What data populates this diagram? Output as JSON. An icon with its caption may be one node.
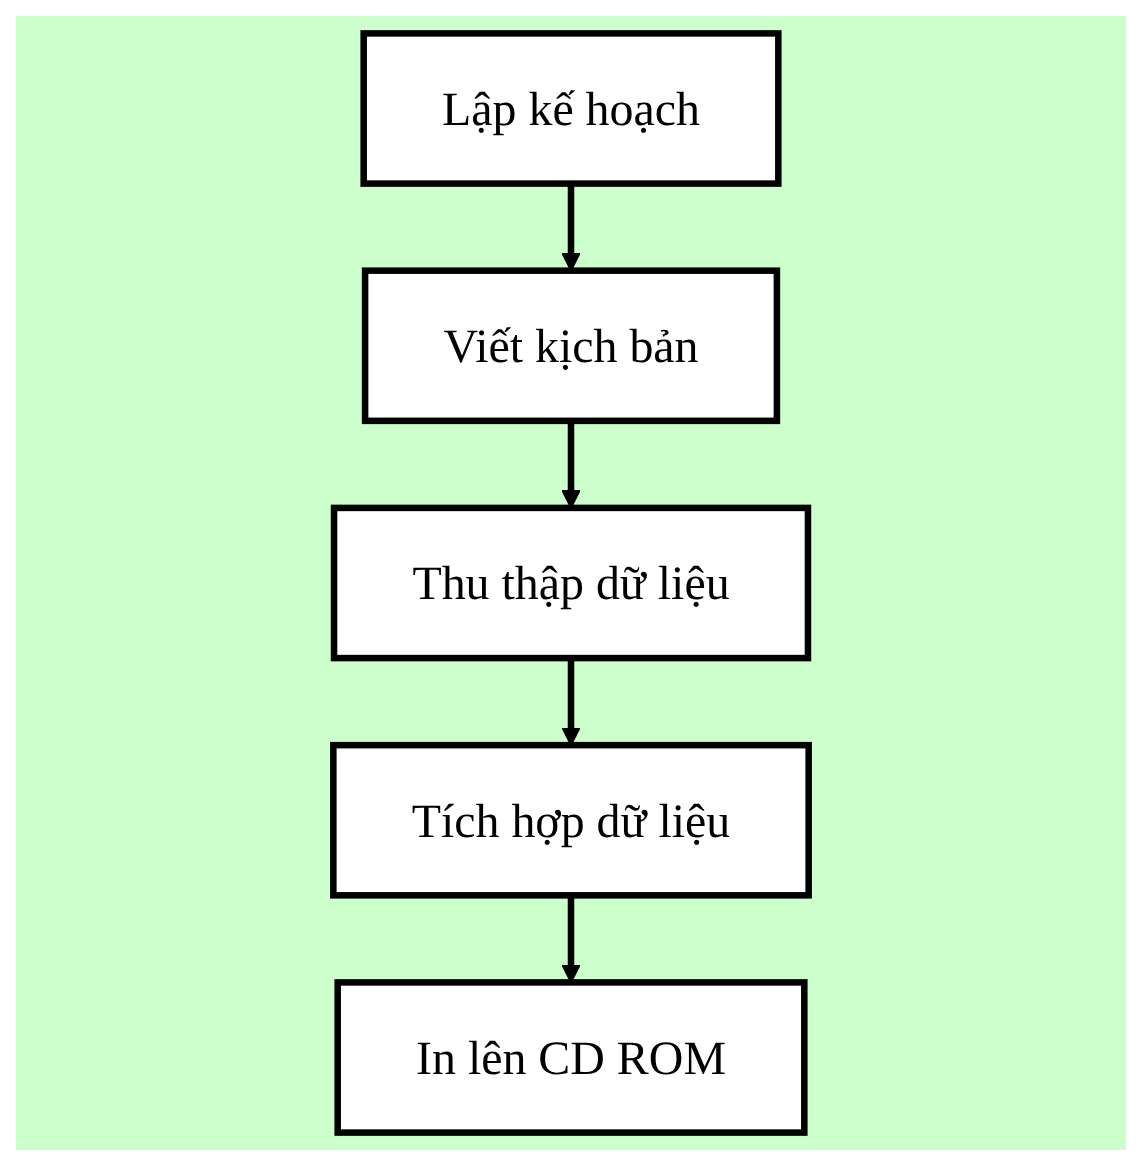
{
  "diagram": {
    "nodes": [
      {
        "text": [
          "Lập kế hoạch"
        ]
      },
      {
        "text": [
          "Viết kịch bản"
        ]
      },
      {
        "text": [
          "Thu thập dữ liệu"
        ]
      },
      {
        "text": [
          "Tích hợp dữ liệu"
        ]
      },
      {
        "text": [
          "In lên CD ROM"
        ]
      }
    ],
    "edges": [
      {
        "from": 0,
        "to": 1,
        "arrow": "to"
      },
      {
        "from": 1,
        "to": 2,
        "arrow": "to"
      },
      {
        "from": 2,
        "to": 3,
        "arrow": "to"
      },
      {
        "from": 3,
        "to": 4,
        "arrow": "to"
      }
    ]
  }
}
